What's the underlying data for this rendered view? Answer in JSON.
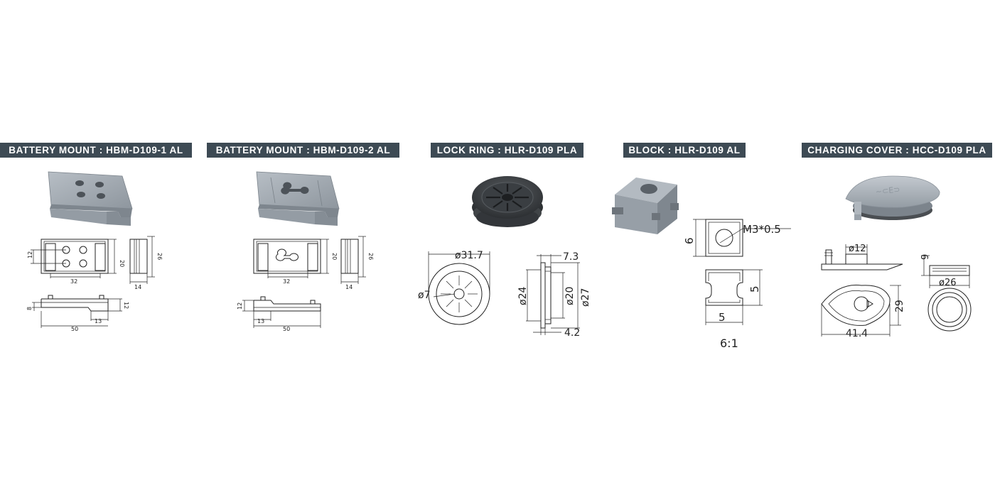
{
  "products": [
    {
      "title": "BATTERY MOUNT : HBM-D109-1 AL",
      "dims": {
        "a": "12",
        "b": "32",
        "c": "20",
        "d": "26",
        "e": "14",
        "f": "8",
        "g": "12",
        "h": "13",
        "i": "50"
      }
    },
    {
      "title": "BATTERY MOUNT : HBM-D109-2 AL",
      "dims": {
        "a": "32",
        "c": "20",
        "d": "26",
        "e": "14",
        "f": "12",
        "h": "13",
        "i": "50"
      }
    },
    {
      "title": "LOCK RING : HLR-D109 PLA",
      "dims": {
        "outer": "ø31.7",
        "hole": "ø7",
        "w": "7.3",
        "d24": "ø24",
        "d20": "ø20",
        "d27": "ø27",
        "t": "4.2"
      }
    },
    {
      "title": "BLOCK : HLR-D109 AL",
      "dims": {
        "thread": "M3*0.5",
        "h": "6",
        "side": "5",
        "base": "5",
        "scale": "6:1"
      }
    },
    {
      "title": "CHARGING COVER : HCC-D109 PLA",
      "dims": {
        "d12": "ø12",
        "h9": "9",
        "d26": "ø26",
        "h29": "29",
        "w": "41.4"
      }
    }
  ],
  "colors": {
    "label_bg": "#3d4a54",
    "part_gray": "#9ea6ae",
    "part_dark": "#3a3d40"
  }
}
